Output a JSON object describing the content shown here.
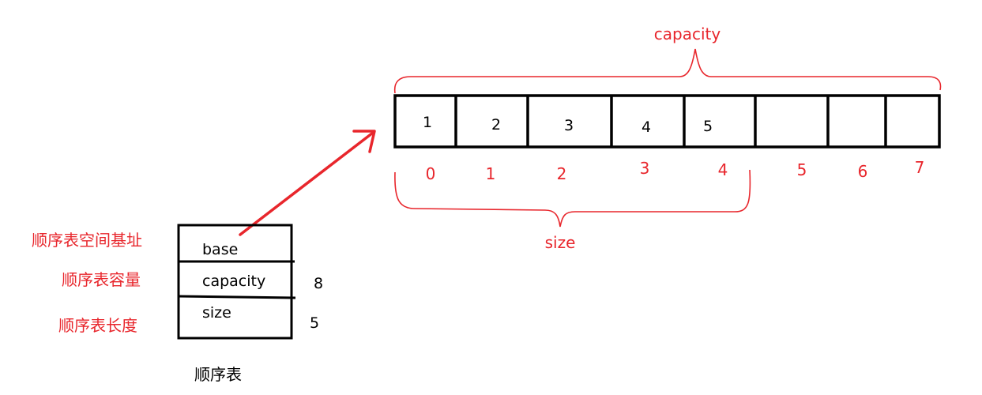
{
  "array": {
    "capacity_label": "capacity",
    "size_label": "size",
    "cells": [
      "1",
      "2",
      "3",
      "4",
      "5",
      "",
      "",
      ""
    ],
    "indices": [
      "0",
      "1",
      "2",
      "3",
      "4",
      "5",
      "6",
      "7"
    ]
  },
  "struct": {
    "caption": "顺序表",
    "fields": [
      {
        "label": "顺序表空间基址",
        "name": "base",
        "value": ""
      },
      {
        "label": "顺序表容量",
        "name": "capacity",
        "value": "8"
      },
      {
        "label": "顺序表长度",
        "name": "size",
        "value": "5"
      }
    ]
  },
  "colors": {
    "annotation": "#e8262c",
    "stroke": "#000000"
  }
}
